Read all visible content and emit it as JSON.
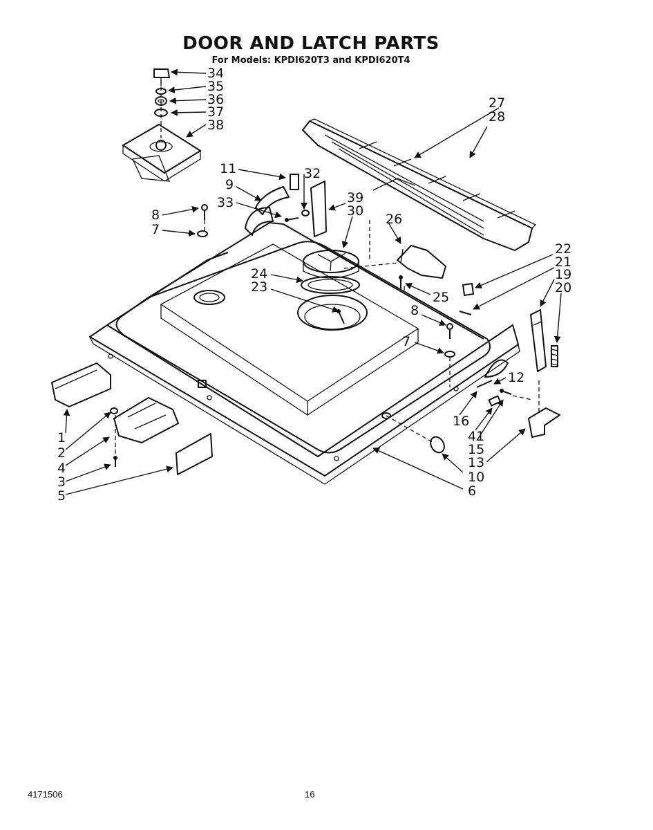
{
  "header": {
    "title": "DOOR AND LATCH PARTS",
    "subtitle": "For Models: KPDI620T3 and KPDI620T4"
  },
  "footer": {
    "doc_number": "4171506",
    "page_number": "16"
  },
  "callouts": {
    "c1": "1",
    "c2": "2",
    "c3": "3",
    "c4": "4",
    "c5": "5",
    "c6": "6",
    "c7a": "7",
    "c7b": "7",
    "c8a": "8",
    "c8b": "8",
    "c9": "9",
    "c10": "10",
    "c11": "11",
    "c12": "12",
    "c13": "13",
    "c15": "15",
    "c16": "16",
    "c19": "19",
    "c20": "20",
    "c21": "21",
    "c22": "22",
    "c23": "23",
    "c24": "24",
    "c25": "25",
    "c26": "26",
    "c27": "27",
    "c28": "28",
    "c30": "30",
    "c32": "32",
    "c33": "33",
    "c34": "34",
    "c35": "35",
    "c36": "36",
    "c37": "37",
    "c38": "38",
    "c39": "39",
    "c41": "41"
  }
}
